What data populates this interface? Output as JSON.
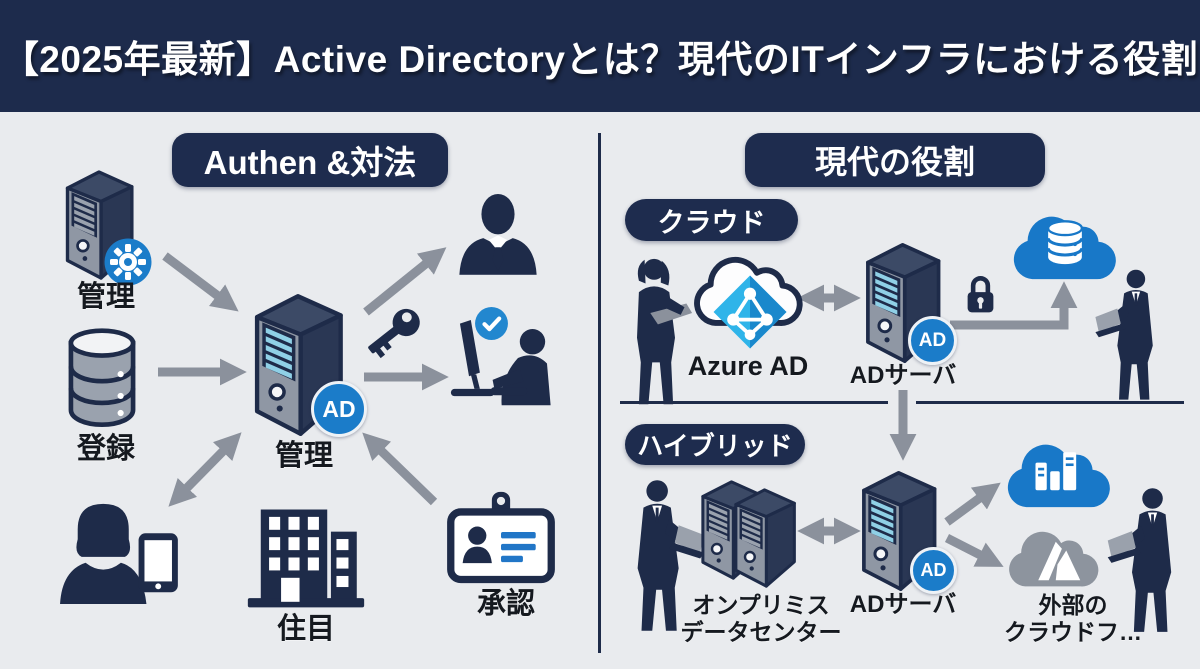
{
  "header": {
    "title": "【2025年最新】Active Directoryとは？現代のITインフラにおける役割"
  },
  "left_panel": {
    "section_badge": "Authen &対法",
    "managed_server_label": "管理",
    "database_label": "登録",
    "ad_server_label": "管理",
    "ad_badge": "AD",
    "building_label": "住目",
    "id_card_label": "承認"
  },
  "right_panel": {
    "section_badge": "現代の役割",
    "cloud_section_badge": "クラウド",
    "hybrid_section_badge": "ハイブリッド",
    "azure_ad_label": "Azure AD",
    "ad_server_top_label": "ADサーバ",
    "ad_badge_top": "AD",
    "ad_server_bottom_label": "ADサーバ",
    "ad_badge_bottom": "AD",
    "onprem_label_lines": [
      "オンプリミス",
      "データセンター"
    ],
    "external_cloud_label_lines": [
      "外部の",
      "クラウドフ…"
    ]
  },
  "colors": {
    "header_bg": "#1d2b4c",
    "badge_bg": "#1e2c4e",
    "navy_icon": "#1e2b49",
    "accent_blue": "#1b7cc9",
    "azure_light": "#2fb4e9",
    "azure_dark": "#1a88cc",
    "cloud_blue": "#1878c8",
    "cloud_gray": "#8d949e",
    "arrow_gray": "#8b919c",
    "background": "#e9ebee"
  }
}
